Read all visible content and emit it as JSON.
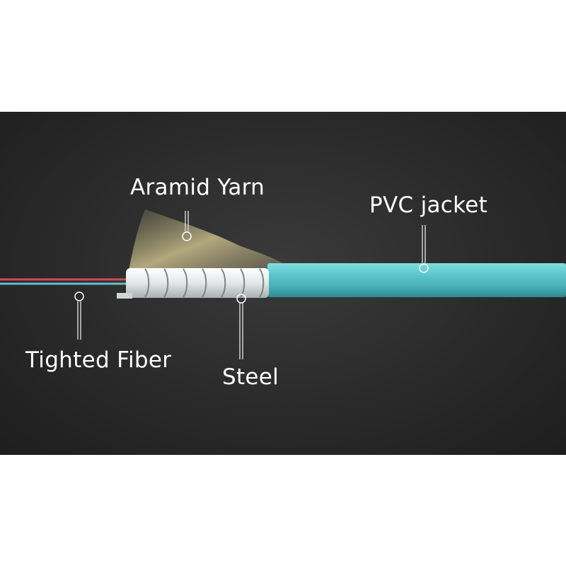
{
  "labels": {
    "aramid_yarn": "Aramid Yarn",
    "pvc_jacket": "PVC jacket",
    "tighted_fiber": "Tighted Fiber",
    "steel": "Steel"
  },
  "colors": {
    "background_dark": "#2a2a2a",
    "page_background": "#ffffff",
    "jacket": "#5bc6cc",
    "fiber_red": "#d8465a",
    "fiber_cyan": "#5fc2c8",
    "steel_spiral": "#e8ecee",
    "aramid_yarn": "#b9ae82",
    "label_text": "#ffffff",
    "leader_line": "#cfcfcf"
  }
}
